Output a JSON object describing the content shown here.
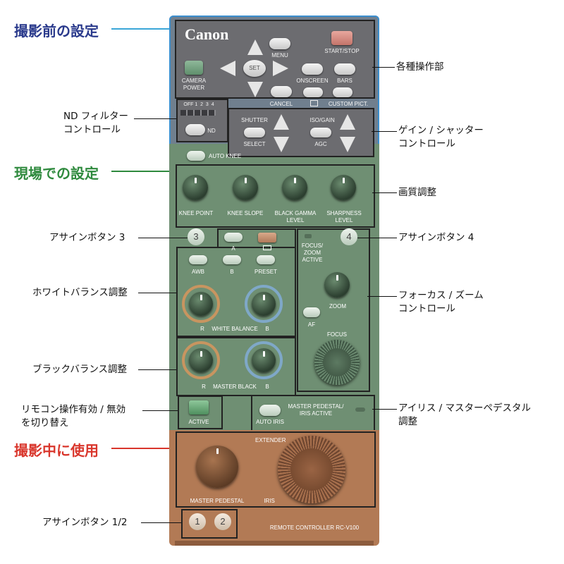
{
  "sections": {
    "before": "撮影前の設定",
    "onsite": "現場での設定",
    "during": "撮影中に使用"
  },
  "colors": {
    "before": "#2a3a8c",
    "onsite": "#2f8a3e",
    "during": "#d9362c",
    "before_line": "#3aa6d8",
    "onsite_line": "#2f8a3e",
    "during_line": "#d9362c",
    "before_overlay": "#3b8fcf",
    "onsite_overlay": "#4a8a55",
    "during_overlay": "#c77a4a"
  },
  "callouts": {
    "nd_filter": "ND フィルター\nコントロール",
    "assign3": "アサインボタン 3",
    "white_balance": "ホワイトバランス調整",
    "black_balance": "ブラックバランス調整",
    "remote_enable": "リモコン操作有効 / 無効\nを切り替え",
    "assign12": "アサインボタン 1/2",
    "various_ops": "各種操作部",
    "gain_shutter": "ゲイン / シャッター\nコントロール",
    "image_quality": "画質調整",
    "assign4": "アサインボタン 4",
    "focus_zoom": "フォーカス / ズーム\nコントロール",
    "iris_pedestal": "アイリス / マスターペデスタル\n調整"
  },
  "device": {
    "brand": "Canon",
    "menu": "MENU",
    "start_stop": "START/STOP",
    "camera_power": "CAMERA\nPOWER",
    "set": "SET",
    "onscreen": "ONSCREEN",
    "bars": "BARS",
    "cancel": "CANCEL",
    "custom_pict": "CUSTOM PICT.",
    "nd_scale": "OFF 1  2  3  4",
    "nd": "ND",
    "shutter": "SHUTTER",
    "select": "SELECT",
    "iso_gain": "ISO/GAIN",
    "agc": "AGC",
    "auto_knee": "AUTO KNEE",
    "knee_point": "KNEE POINT",
    "knee_slope": "KNEE SLOPE",
    "black_gamma": "BLACK GAMMA\nLEVEL",
    "sharpness": "SHARPNESS\nLEVEL",
    "assign3_num": "3",
    "assign4_num": "4",
    "a": "A",
    "b": "B",
    "awb": "AWB",
    "preset": "PRESET",
    "r": "R",
    "white_balance": "WHITE BALANCE",
    "master_black": "MASTER BLACK",
    "focus_zoom_active": "FOCUS/\nZOOM\nACTIVE",
    "zoom": "ZOOM",
    "af": "AF",
    "focus": "FOCUS",
    "active": "ACTIVE",
    "auto_iris": "AUTO IRIS",
    "master_pedestal_iris_active": "MASTER PEDESTAL/\nIRIS ACTIVE",
    "extender": "EXTENDER",
    "master_pedestal": "MASTER PEDESTAL",
    "iris": "IRIS",
    "assign1_num": "1",
    "assign2_num": "2",
    "model": "REMOTE CONTROLLER RC-V100"
  }
}
